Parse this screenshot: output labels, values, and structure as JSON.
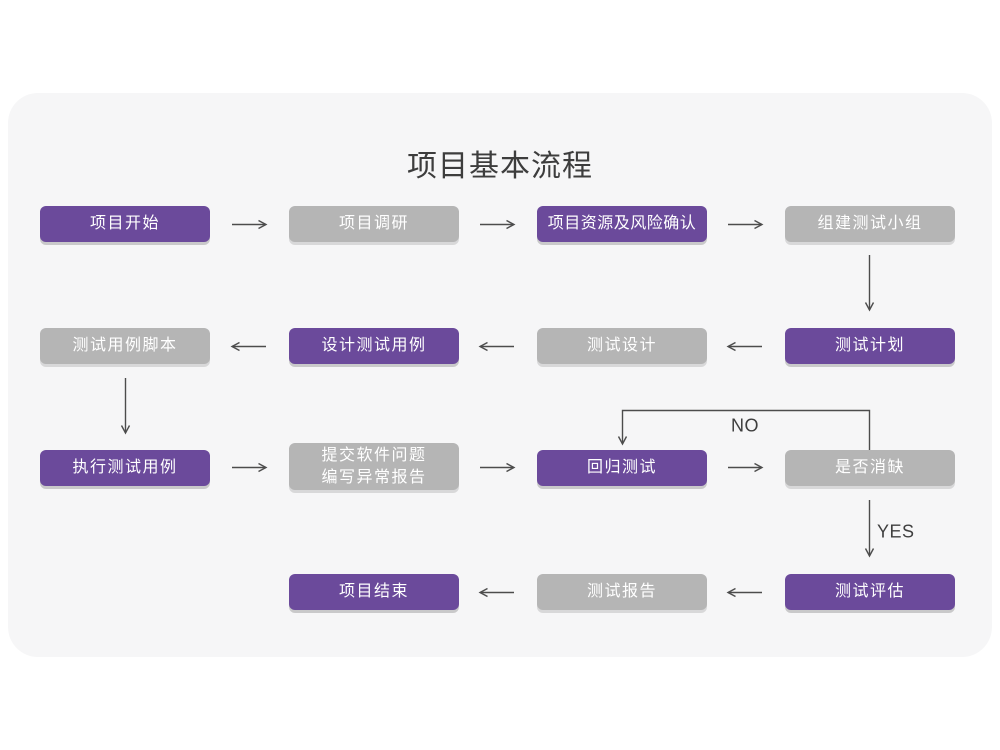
{
  "title": "项目基本流程",
  "colors": {
    "page-bg": "#ffffff",
    "card-bg": "#f6f6f7",
    "node-purple": "#6b4a9b",
    "node-gray": "#b5b5b5",
    "node-text": "#ffffff",
    "arrow": "#4c4c4c",
    "title-text": "#3d3d3d",
    "label-text": "#3f3f3f"
  },
  "nodes": [
    {
      "id": "project-start",
      "label": "项目开始",
      "variant": "purple"
    },
    {
      "id": "project-research",
      "label": "项目调研",
      "variant": "gray"
    },
    {
      "id": "project-resources-risk",
      "label": "项目资源及风险确认",
      "variant": "purple"
    },
    {
      "id": "form-test-team",
      "label": "组建测试小组",
      "variant": "gray"
    },
    {
      "id": "test-plan",
      "label": "测试计划",
      "variant": "purple"
    },
    {
      "id": "test-design",
      "label": "测试设计",
      "variant": "gray"
    },
    {
      "id": "design-test-cases",
      "label": "设计测试用例",
      "variant": "purple"
    },
    {
      "id": "test-case-scripts",
      "label": "测试用例脚本",
      "variant": "gray"
    },
    {
      "id": "execute-test-cases",
      "label": "执行测试用例",
      "variant": "purple"
    },
    {
      "id": "submit-issues-write-report",
      "label": "提交软件问题\n编写异常报告",
      "variant": "gray"
    },
    {
      "id": "regression-test",
      "label": "回归测试",
      "variant": "purple"
    },
    {
      "id": "defect-resolved",
      "label": "是否消缺",
      "variant": "gray"
    },
    {
      "id": "test-evaluation",
      "label": "测试评估",
      "variant": "purple"
    },
    {
      "id": "test-report",
      "label": "测试报告",
      "variant": "gray"
    },
    {
      "id": "project-end",
      "label": "项目结束",
      "variant": "purple"
    }
  ],
  "edge_labels": {
    "no": "NO",
    "yes": "YES"
  }
}
